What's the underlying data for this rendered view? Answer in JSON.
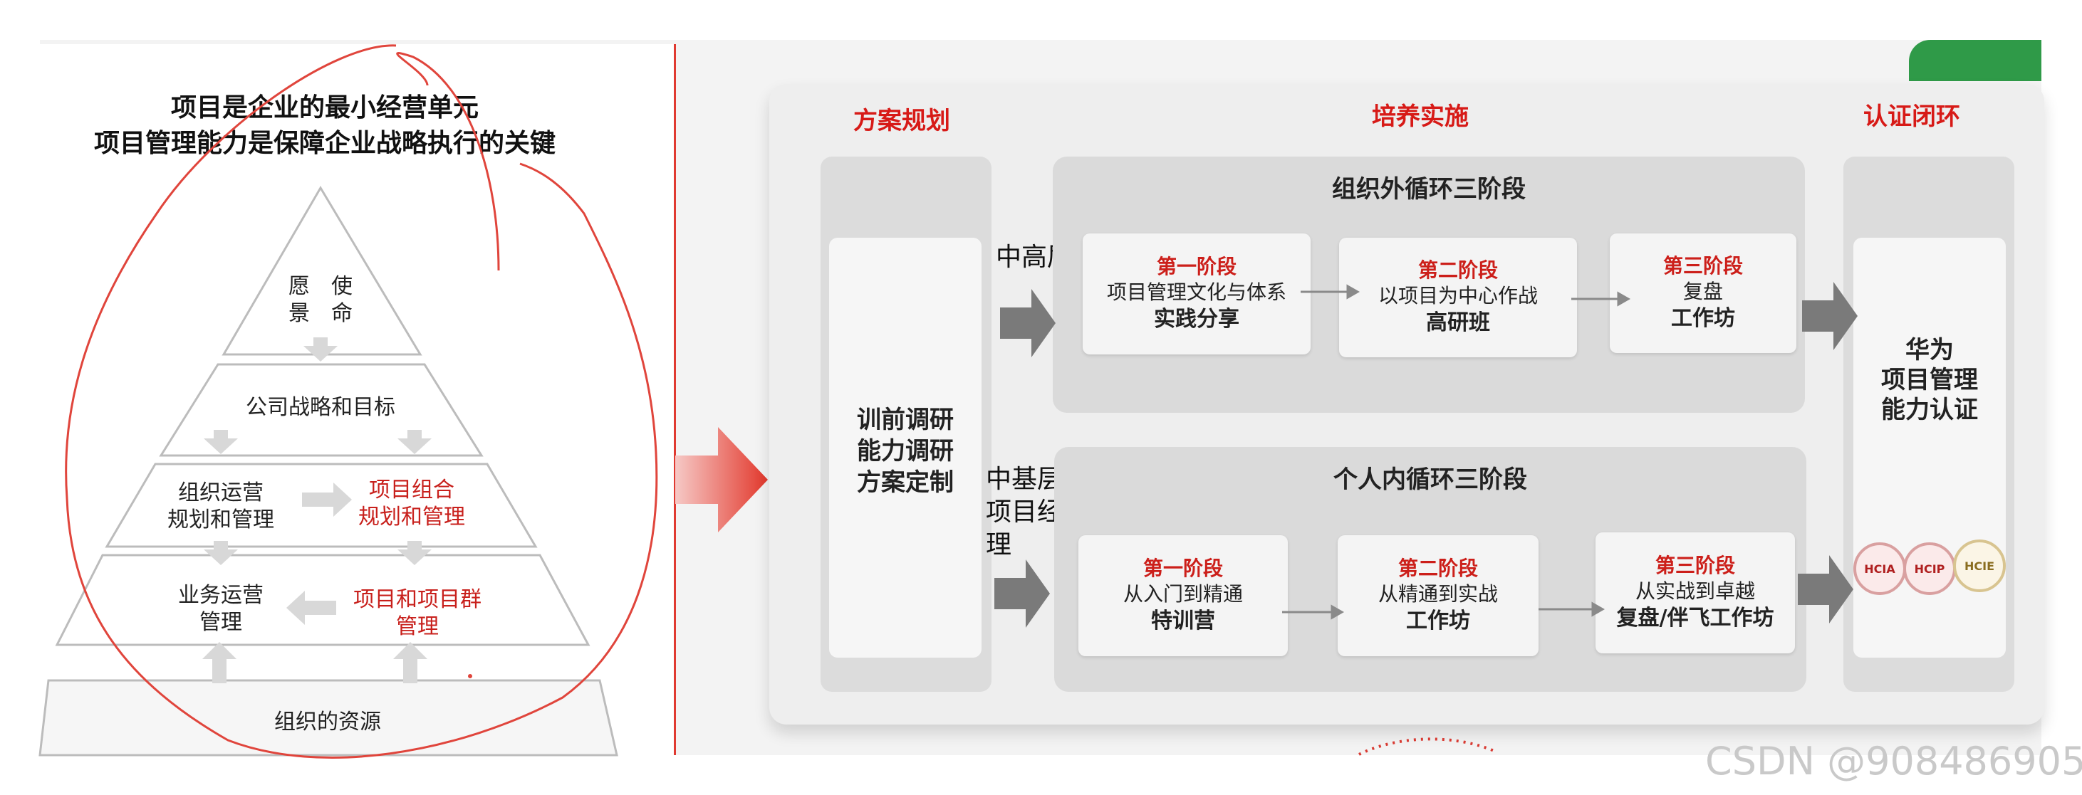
{
  "left": {
    "title_line1": "项目是企业的最小经营单元",
    "title_line2": "项目管理能力是保障企业战略执行的关键",
    "tiers": {
      "vision_top": "愿　使",
      "vision_bottom": "景　命",
      "strategy": "公司战略和目标",
      "ops_left_1": "组织运营",
      "ops_left_2": "规划和管理",
      "ops_right_1": "项目组合",
      "ops_right_2": "规划和管理",
      "biz_left_1": "业务运营",
      "biz_left_2": "管理",
      "biz_right_1": "项目和项目群",
      "biz_right_2": "管理",
      "resources": "组织的资源"
    }
  },
  "right": {
    "headers": {
      "plan": "方案规划",
      "implement": "培养实施",
      "certify": "认证闭环"
    },
    "plan_box": {
      "line1": "训前调研",
      "line2": "能力调研",
      "line3": "方案定制"
    },
    "audience_senior": "中高层",
    "audience_mid_1": "中基层、",
    "audience_mid_2": "项目经",
    "audience_mid_3": "理",
    "outer_loop": {
      "title": "组织外循环三阶段",
      "stages": [
        {
          "head": "第一阶段",
          "line": "项目管理文化与体系",
          "bold": "实践分享"
        },
        {
          "head": "第二阶段",
          "line": "以项目为中心作战",
          "bold": "高研班"
        },
        {
          "head": "第三阶段",
          "line": "复盘",
          "bold": "工作坊"
        }
      ]
    },
    "inner_loop": {
      "title": "个人内循环三阶段",
      "stages": [
        {
          "head": "第一阶段",
          "line": "从入门到精通",
          "bold": "特训营"
        },
        {
          "head": "第二阶段",
          "line": "从精通到实战",
          "bold": "工作坊"
        },
        {
          "head": "第三阶段",
          "line": "从实战到卓越",
          "bold": "复盘/伴飞工作坊"
        }
      ]
    },
    "cert": {
      "line1": "华为",
      "line2": "项目管理",
      "line3": "能力认证"
    },
    "badges": [
      "HCIA",
      "HCIP",
      "HCIE"
    ]
  },
  "watermark": "CSDN @908486905",
  "colors": {
    "red": "#d71a17",
    "panel": "#dadada",
    "arrow": "#7a7a7a"
  }
}
